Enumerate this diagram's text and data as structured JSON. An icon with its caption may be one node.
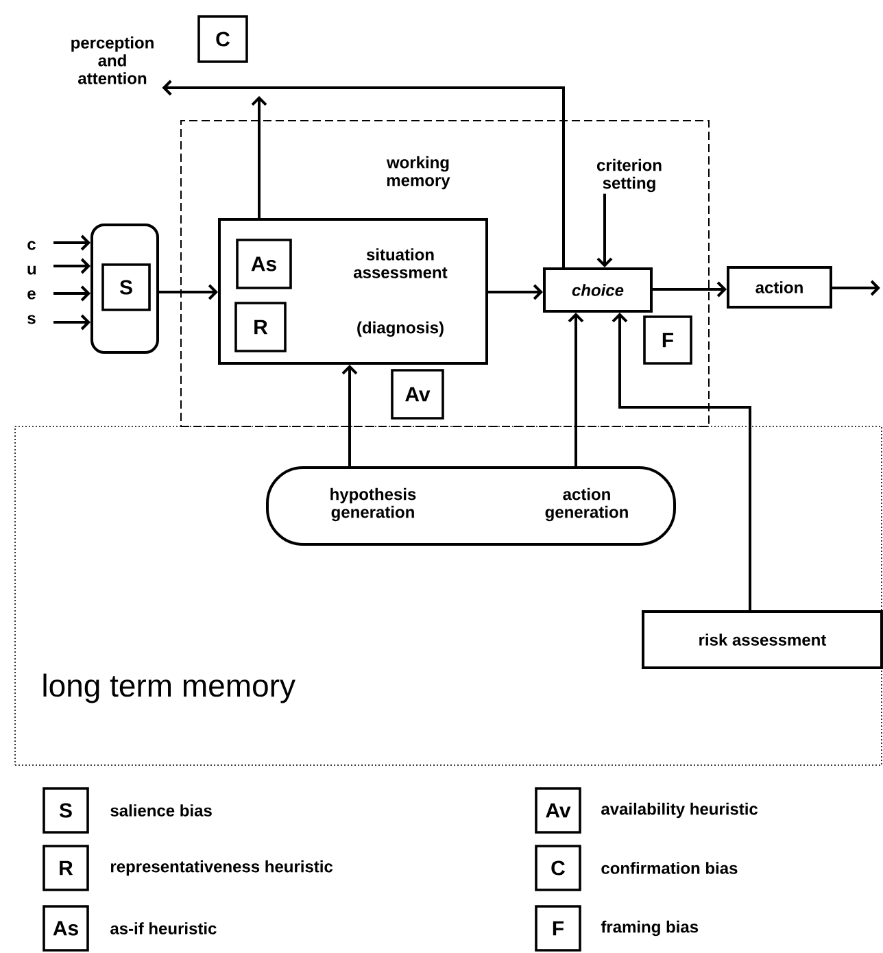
{
  "diagram": {
    "nodes": [
      {
        "text": [
          "perception and attention"
        ]
      },
      {
        "text": [
          "C"
        ]
      },
      {
        "text": [
          "working memory"
        ]
      },
      {
        "text": [],
        "shape": "box"
      },
      {
        "text": [
          "S"
        ],
        "in": 3
      },
      {
        "text": [
          "situation assessment",
          "(diagnosis)"
        ],
        "in": 2
      },
      {
        "text": [
          "As"
        ],
        "in": 5
      },
      {
        "text": [
          "R"
        ],
        "in": 5
      },
      {
        "text": [
          "Av"
        ],
        "in": 2
      },
      {
        "text": [
          "criterion setting"
        ],
        "in": 2
      },
      {
        "text": [
          "choice"
        ],
        "in": 2
      },
      {
        "text": [
          "F"
        ],
        "in": 2
      },
      {
        "text": [
          "action"
        ]
      },
      {
        "text": [
          "long term memory"
        ]
      },
      {
        "text": [
          "hypothesis generation",
          "action generation"
        ],
        "in": 13
      },
      {
        "text": [
          "risk assessment"
        ],
        "in": 13
      }
    ],
    "edges": [
      {
        "from": null,
        "to": 3,
        "arrow": "to"
      },
      {
        "from": null,
        "to": 3,
        "arrow": "to"
      },
      {
        "from": null,
        "to": 3,
        "arrow": "to"
      },
      {
        "from": null,
        "to": 3,
        "arrow": "to"
      },
      {
        "from": 3,
        "to": 5,
        "arrow": "to"
      },
      {
        "from": 5,
        "to": null,
        "arrow": "to"
      },
      {
        "from": 10,
        "to": 0,
        "arrow": "to"
      },
      {
        "from": 5,
        "to": 10,
        "arrow": "to"
      },
      {
        "from": 9,
        "to": 10,
        "arrow": "to"
      },
      {
        "from": 10,
        "to": 12,
        "arrow": "to"
      },
      {
        "from": 12,
        "to": null,
        "arrow": "to"
      },
      {
        "from": 14,
        "to": 5,
        "arrow": "to"
      },
      {
        "from": 14,
        "to": 10,
        "arrow": "to"
      },
      {
        "from": 15,
        "to": 10,
        "arrow": "to"
      }
    ],
    "labels": [
      "c u e s",
      "S",
      "salience bias",
      "Av",
      "availability heuristic",
      "R",
      "representativeness heuristic",
      "C",
      "confirmation bias",
      "As",
      "as-if heuristic",
      "F",
      "framing bias"
    ]
  }
}
